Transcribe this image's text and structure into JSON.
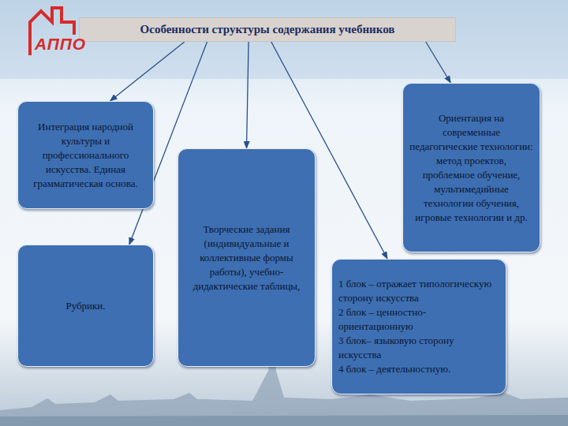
{
  "diagram": {
    "nodes": [
      {
        "text": [
          "Особенности структуры содержания учебников"
        ]
      },
      {
        "text": [
          "Интеграция народной культуры и профессионального искусства. Единая грамматическая основа."
        ]
      },
      {
        "text": [
          "Рубрики."
        ]
      },
      {
        "text": [
          "Творческие задания (индивидуальные и коллективные формы работы), учебно-дидактические таблицы,"
        ]
      },
      {
        "text": [
          "Ориентация на современные педагогические технологии: метод проектов, проблемное обучение, мультимедийные технологии обучения, игровые технологии и др."
        ]
      },
      {
        "text": [
          "1 блок – отражает типологическую сторону искусства",
          "2 блок – ценностно-ориентационную",
          "3 блок– языковую сторону искусства",
          "4 блок – деятельностную."
        ]
      }
    ],
    "edges": [
      {
        "from": 0,
        "to": 1,
        "arrow": "to"
      },
      {
        "from": 0,
        "to": 2,
        "arrow": "to"
      },
      {
        "from": 0,
        "to": 3,
        "arrow": "to"
      },
      {
        "from": 0,
        "to": 5,
        "arrow": "to"
      },
      {
        "from": 0,
        "to": 4,
        "arrow": "to"
      }
    ],
    "labels": [
      "АППО"
    ]
  }
}
